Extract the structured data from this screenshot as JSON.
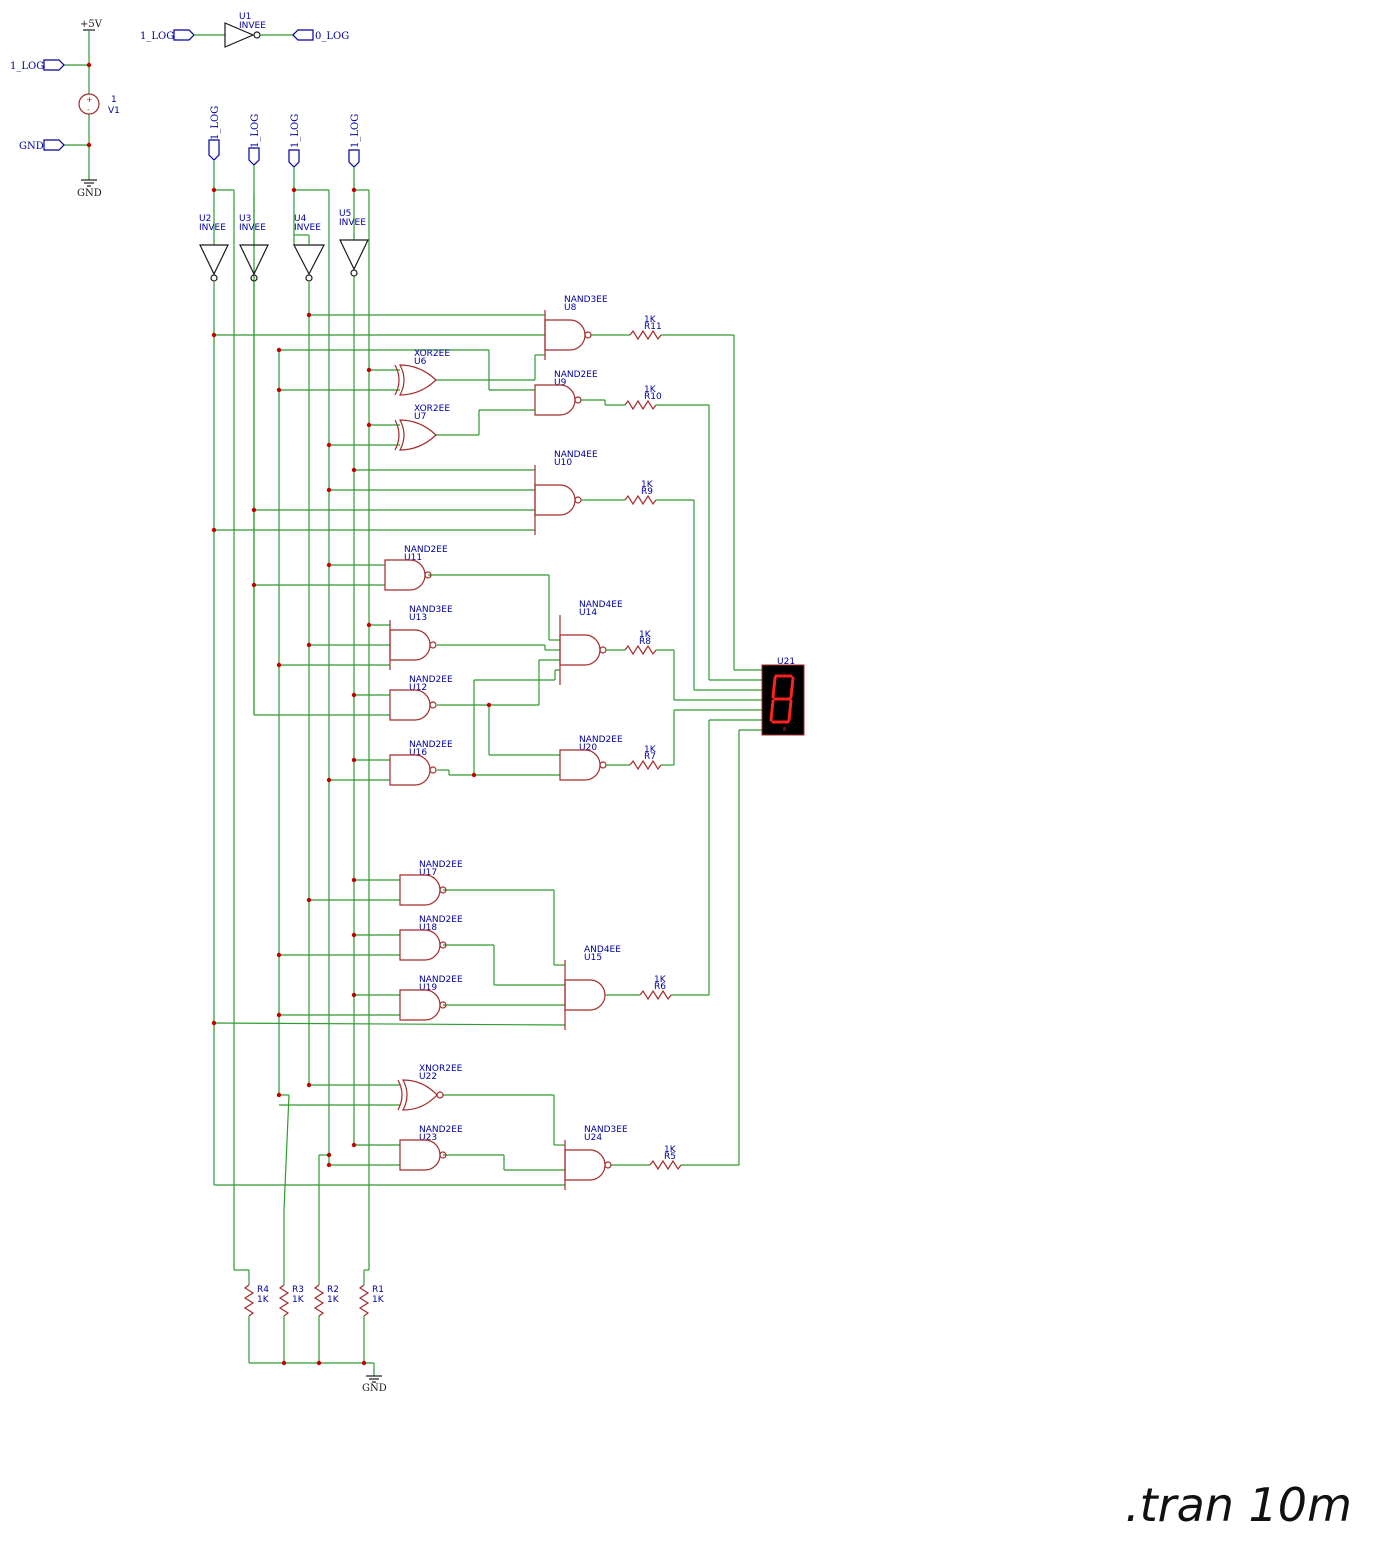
{
  "directive": ".tran 10m",
  "supply": {
    "label": "+5V",
    "source_ref": "V1",
    "source_value": "1"
  },
  "ground_label": "GND",
  "ports": {
    "one": "1_LOG",
    "zero": "0_LOG",
    "gnd": "GND"
  },
  "inverters": [
    {
      "ref": "U1",
      "type": "INVEE"
    },
    {
      "ref": "U2",
      "type": "INVEE"
    },
    {
      "ref": "U3",
      "type": "INVEE"
    },
    {
      "ref": "U4",
      "type": "INVEE"
    },
    {
      "ref": "U5",
      "type": "INVEE"
    }
  ],
  "gates": [
    {
      "ref": "U8",
      "type": "NAND3EE"
    },
    {
      "ref": "U6",
      "type": "XOR2EE"
    },
    {
      "ref": "U9",
      "type": "NAND2EE"
    },
    {
      "ref": "U7",
      "type": "XOR2EE"
    },
    {
      "ref": "U10",
      "type": "NAND4EE"
    },
    {
      "ref": "U11",
      "type": "NAND2EE"
    },
    {
      "ref": "U13",
      "type": "NAND3EE"
    },
    {
      "ref": "U14",
      "type": "NAND4EE"
    },
    {
      "ref": "U12",
      "type": "NAND2EE"
    },
    {
      "ref": "U16",
      "type": "NAND2EE"
    },
    {
      "ref": "U20",
      "type": "NAND2EE"
    },
    {
      "ref": "U17",
      "type": "NAND2EE"
    },
    {
      "ref": "U18",
      "type": "NAND2EE"
    },
    {
      "ref": "U19",
      "type": "NAND2EE"
    },
    {
      "ref": "U15",
      "type": "AND4EE"
    },
    {
      "ref": "U22",
      "type": "XNOR2EE"
    },
    {
      "ref": "U23",
      "type": "NAND2EE"
    },
    {
      "ref": "U24",
      "type": "NAND3EE"
    }
  ],
  "output_resistors": [
    {
      "ref": "R11",
      "value": "1K"
    },
    {
      "ref": "R10",
      "value": "1K"
    },
    {
      "ref": "R9",
      "value": "1K"
    },
    {
      "ref": "R8",
      "value": "1K"
    },
    {
      "ref": "R7",
      "value": "1K"
    },
    {
      "ref": "R6",
      "value": "1K"
    },
    {
      "ref": "R5",
      "value": "1K"
    }
  ],
  "pulldown_resistors": [
    {
      "ref": "R4",
      "value": "1K"
    },
    {
      "ref": "R3",
      "value": "1K"
    },
    {
      "ref": "R2",
      "value": "1K"
    },
    {
      "ref": "R1",
      "value": "1K"
    }
  ],
  "display": {
    "ref": "U21",
    "digit": "8",
    "segment_color": "#ff2020",
    "body_color": "#000000"
  },
  "colors": {
    "wire": "#2e9b2e",
    "component": "#a52a2a",
    "label": "#0000a0",
    "junction": "#c00000"
  }
}
